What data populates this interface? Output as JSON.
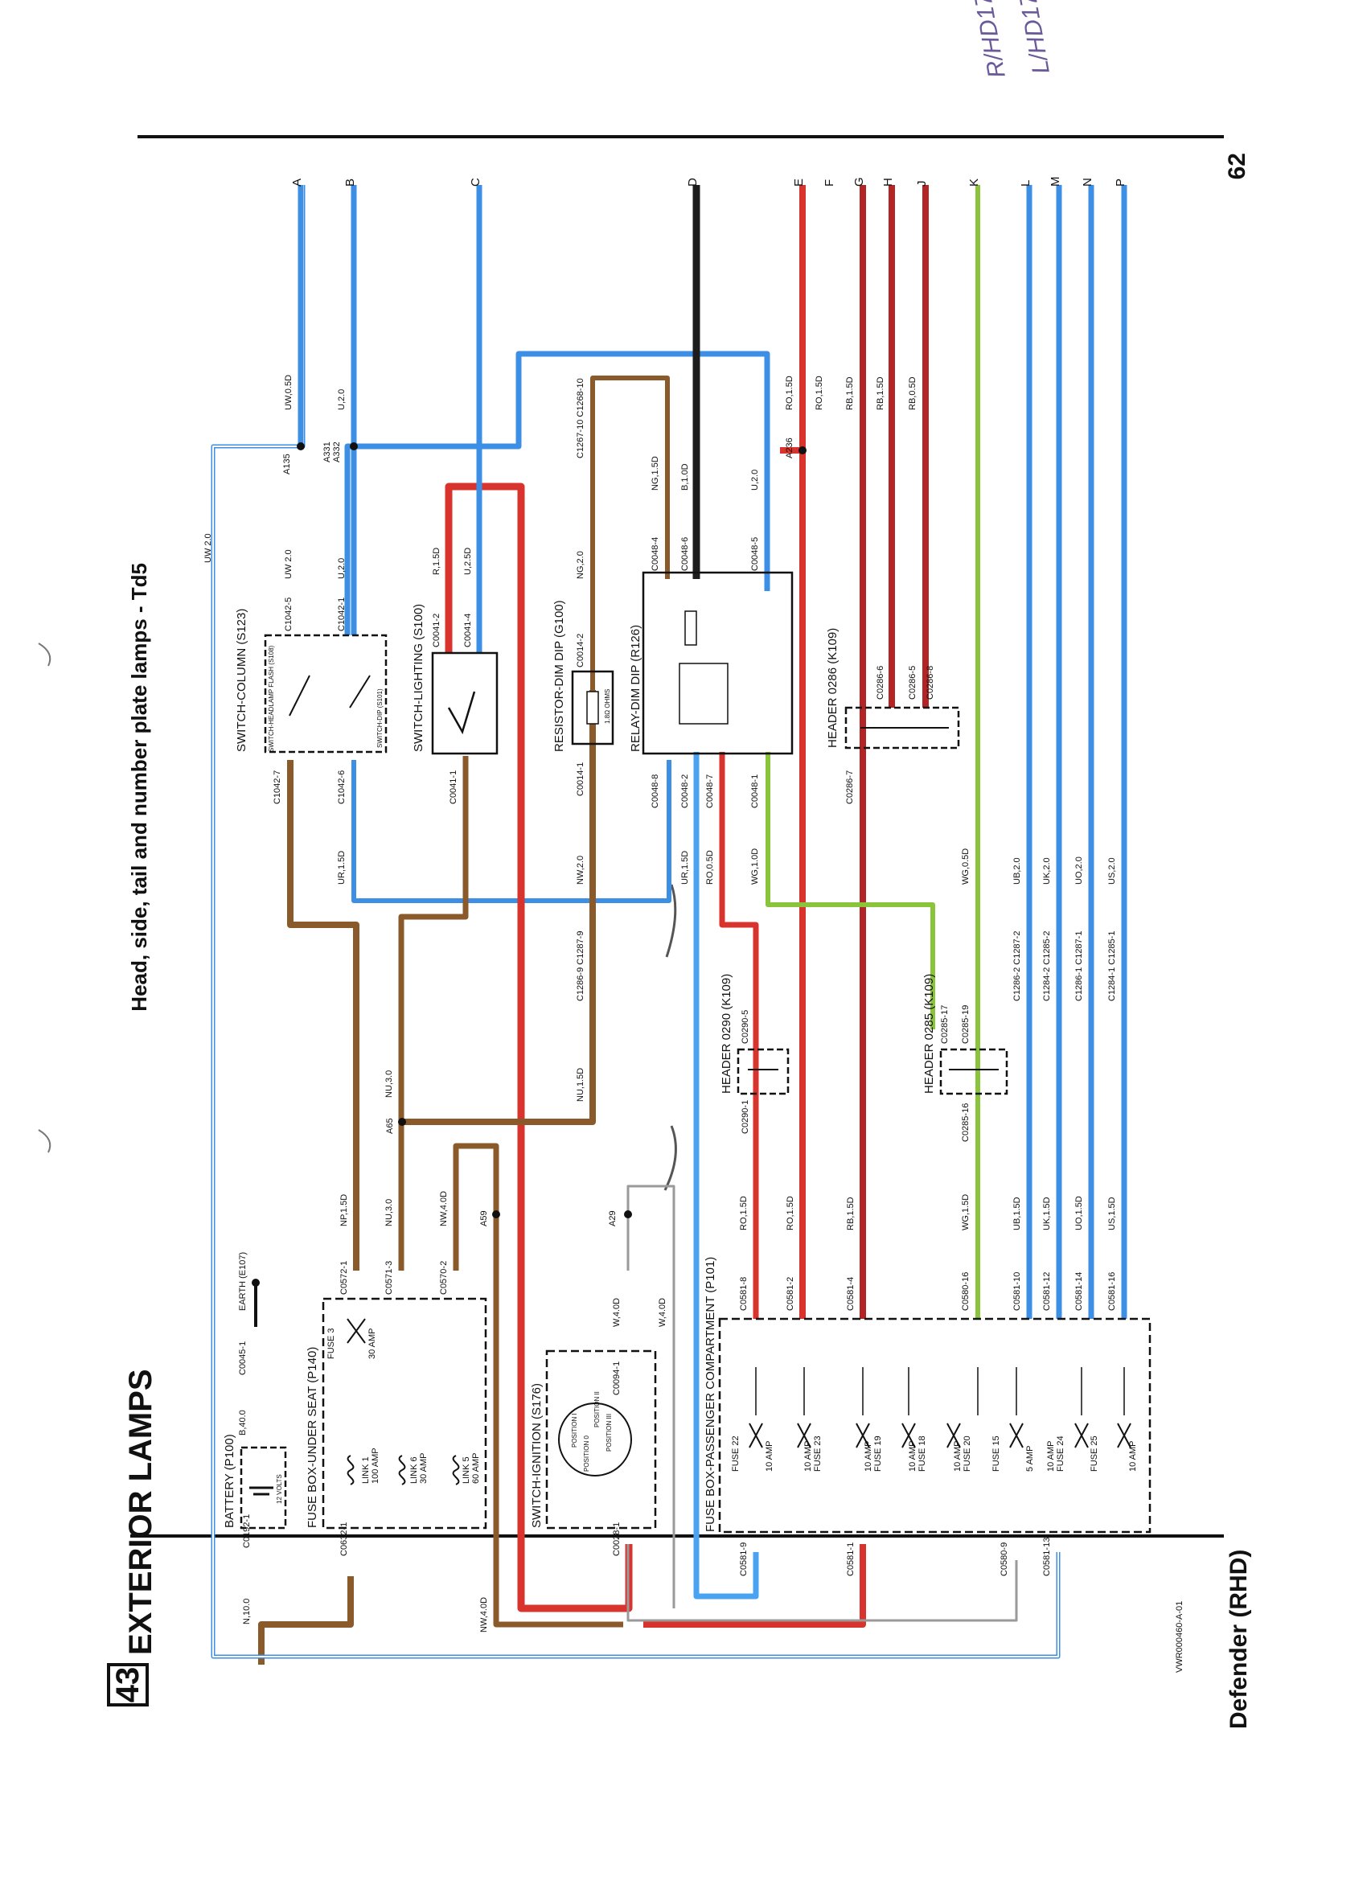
{
  "page": {
    "section_number": "43",
    "section_title": "EXTERIOR LAMPS",
    "diagram_title": "Head, side, tail and number plate lamps - Td5",
    "footer_model": "Defender (RHD)",
    "page_number": "62",
    "drawing_ref": "VWR000460-A-01",
    "handwritten_notes": [
      "R/HD17",
      "L/HD17"
    ]
  },
  "colors": {
    "blue": "#3d8fe6",
    "light_blue": "#4aa3f0",
    "brown": "#8b5a2b",
    "red": "#d8332c",
    "dark_red": "#b32424",
    "black": "#1c1c1c",
    "green": "#8ac43a",
    "grey": "#9a9a9a"
  },
  "edge_connectors": [
    "A",
    "B",
    "C",
    "D",
    "E",
    "F",
    "G",
    "H",
    "J",
    "K",
    "L",
    "M",
    "N",
    "P"
  ],
  "wire_labels": {
    "uw05": "UW,0.5D",
    "uw20a": "UW 2.0",
    "uw20b": "UW 2.0",
    "u20a": "U,2.0",
    "u20b": "U,2.0",
    "r15": "R,1.5D",
    "u25": "U,2.5D",
    "ng20": "NG,2.0",
    "ng15": "NG,1.5D",
    "b10": "B,1.0D",
    "ro15a": "RO,1.5D",
    "ro15b": "RO,1.5D",
    "ro15c": "RO,1.5D",
    "ro05": "RO,0.5D",
    "ro15d": "RO,1.5D",
    "rb15a": "RB,1.5D",
    "rb15b": "RB,1.5D",
    "rb05": "RB,0.5D",
    "rb15c": "RB,1.5D",
    "ur15a": "UR,1.5D",
    "ur15b": "UR,1.5D",
    "nw20": "NW,2.0",
    "nu15": "NU,1.5D",
    "wg10": "WG,1.0D",
    "wg05": "WG,0.5D",
    "wg15": "WG,1.5D",
    "ub20": "UB,2.0",
    "uk20": "UK,2.0",
    "uo20": "UO,2.0",
    "us20": "US,2.0",
    "ub15": "UB,1.5D",
    "uk15": "UK,1.5D",
    "uo15": "UO,1.5D",
    "us15": "US,1.5D",
    "np15": "NP,1.5D",
    "nu30a": "NU,3.0",
    "nu30b": "NU,3.0",
    "nw40a": "NW,4.0D",
    "nw40b": "NW,4.0D",
    "w40a": "W,4.0D",
    "w40b": "W,4.0D",
    "n100": "N,10.0",
    "b400": "B,40.0"
  },
  "splices": {
    "a135": "A135",
    "a331": "A331",
    "a332": "A332",
    "a236": "A236",
    "a65": "A65",
    "a59": "A59",
    "a29": "A29"
  },
  "connector_pins": {
    "c1042_5": "C1042-5",
    "c1042_1": "C1042-1",
    "c1042_7": "C1042-7",
    "c1042_6": "C1042-6",
    "c0041_2": "C0041-2",
    "c0041_4": "C0041-4",
    "c0041_1": "C0041-1",
    "c0014_2": "C0014-2",
    "c0014_1": "C0014-1",
    "c1267_10": "C1267-10 C1268-10",
    "c0048_4": "C0048-4",
    "c0048_6": "C0048-6",
    "c0048_5": "C0048-5",
    "c0048_8": "C0048-8",
    "c0048_2": "C0048-2",
    "c0048_7": "C0048-7",
    "c0048_1": "C0048-1",
    "c0286_6": "C0286-6",
    "c0286_5": "C0286-5",
    "c0286_8": "C0286-8",
    "c0286_7": "C0286-7",
    "c1286_9": "C1286-9 C1287-9",
    "c0290_5": "C0290-5",
    "c0290_1": "C0290-1",
    "c0285_17": "C0285-17",
    "c0285_19": "C0285-19",
    "c0285_16": "C0285-16",
    "c1286_2": "C1286-2 C1287-2",
    "c1284_2": "C1284-2 C1285-2",
    "c1286_1": "C1286-1 C1287-1",
    "c1284_1": "C1284-1 C1285-1",
    "c0192_1": "C0192-1",
    "c0045_1": "C0045-1",
    "c0632_1": "C0632-1",
    "c0572_1": "C0572-1",
    "c0571_3": "C0571-3",
    "c0570_2": "C0570-2",
    "c0028_1": "C0028-1",
    "c0094_1": "C0094-1",
    "c0581_8": "C0581-8",
    "c0581_2": "C0581-2",
    "c0581_4": "C0581-4",
    "c0580_16": "C0580-16",
    "c0581_10": "C0581-10",
    "c0581_12": "C0581-12",
    "c0581_14": "C0581-14",
    "c0581_16": "C0581-16",
    "c0581_9": "C0581-9",
    "c0581_1": "C0581-1",
    "c0580_9": "C0580-9",
    "c0581_13": "C0581-13"
  },
  "components": {
    "switch_column": "SWITCH-COLUMN (S123)",
    "switch_headlamp_flash": "SWITCH-HEADLAMP FLASH (S108)",
    "switch_dip": "SWITCH-DIP (S101)",
    "switch_lighting": "SWITCH-LIGHTING (S100)",
    "resistor_dim_dip": "RESISTOR-DIM DIP (G100)",
    "resistor_value": "1.8Ω OHMS",
    "relay_dim_dip": "RELAY-DIM DIP (R126)",
    "header_0286": "HEADER 0286 (K109)",
    "header_0290": "HEADER 0290 (K109)",
    "header_0285": "HEADER 0285 (K109)",
    "battery": "BATTERY (P100)",
    "battery_volts": "12 VOLTS",
    "earth": "EARTH (E107)",
    "fuse_box_seat": "FUSE BOX-UNDER SEAT (P140)",
    "switch_ignition": "SWITCH-IGNITION (S176)",
    "fuse_box_passenger": "FUSE BOX-PASSENGER COMPARTMENT (P101)"
  },
  "ignition_positions": [
    "POSITION I",
    "POSITION II",
    "POSITION III",
    "POSITION 0"
  ],
  "seat_fuses": [
    {
      "name": "LINK 1",
      "rating": "100 AMP"
    },
    {
      "name": "LINK 6",
      "rating": "30 AMP"
    },
    {
      "name": "LINK 5",
      "rating": "60 AMP"
    },
    {
      "name": "FUSE 3",
      "rating": "30 AMP"
    }
  ],
  "passenger_fuses": [
    {
      "name": "FUSE 22",
      "rating": "10 AMP"
    },
    {
      "name": "FUSE 23",
      "rating": "10 AMP"
    },
    {
      "name": "FUSE 19",
      "rating": "10 AMP"
    },
    {
      "name": "FUSE 18",
      "rating": "10 AMP"
    },
    {
      "name": "FUSE 20",
      "rating": "10 AMP"
    },
    {
      "name": "FUSE 15",
      "rating": "5 AMP"
    },
    {
      "name": "FUSE 24",
      "rating": "10 AMP"
    },
    {
      "name": "FUSE 25",
      "rating": "10 AMP"
    }
  ]
}
